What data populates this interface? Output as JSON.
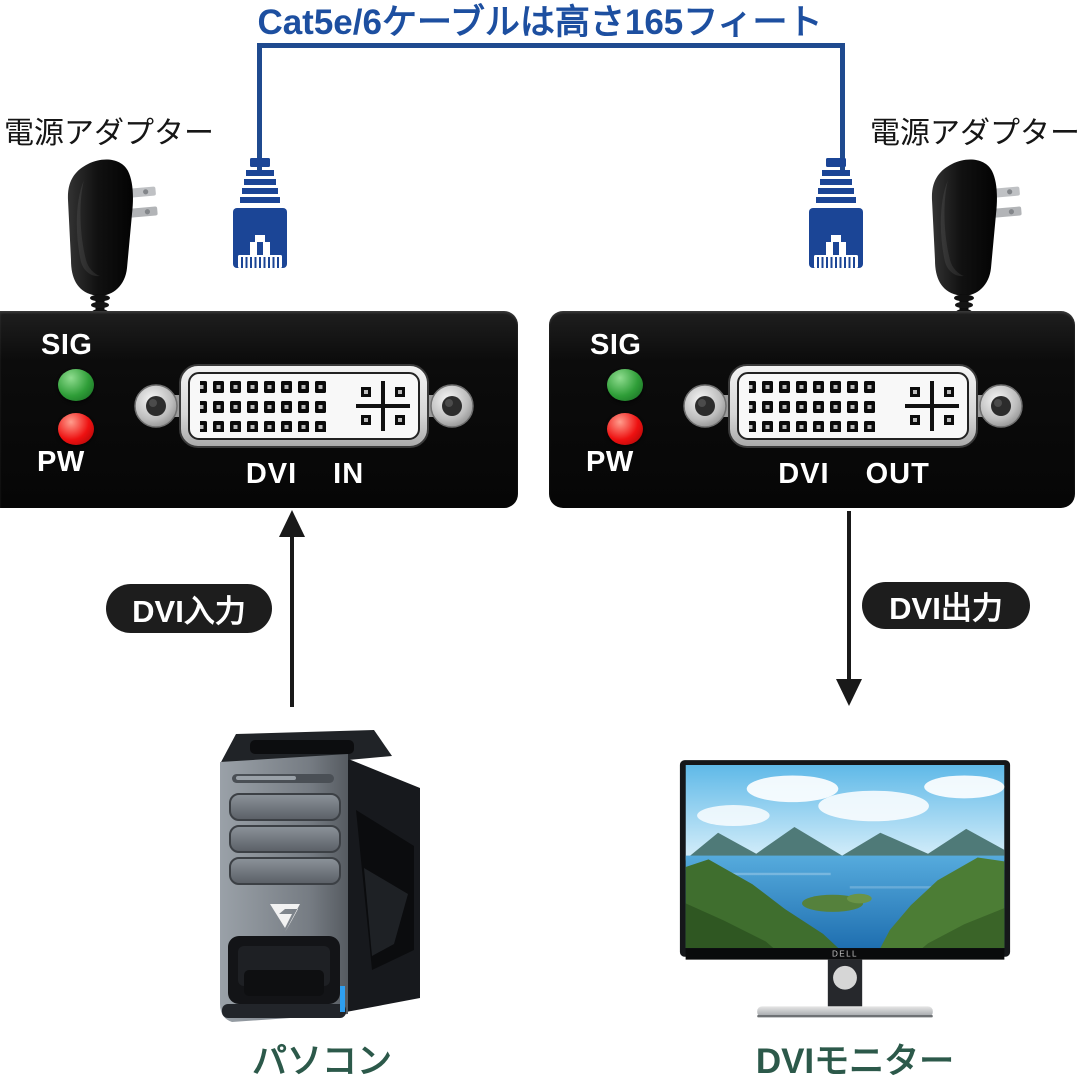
{
  "header": {
    "cable_note": "Cat5e/6ケーブルは高さ165フィート"
  },
  "tx": {
    "adapter_label": "電源アダプター",
    "sig": "SIG",
    "pw": "PW",
    "port": "DVI",
    "direction": "IN",
    "flow": "DVI入力",
    "device": "パソコン"
  },
  "rx": {
    "adapter_label": "電源アダプター",
    "sig": "SIG",
    "pw": "PW",
    "port": "DVI",
    "direction": "OUT",
    "flow": "DVI出力",
    "device": "DVIモニター",
    "monitor_brand": "DELL"
  },
  "colors": {
    "note_blue": "#1d4fa0",
    "cable_blue": "#1b4596",
    "led_green": "#2f9e38",
    "led_red": "#ee1111",
    "unit_black": "#0c0c0c",
    "device_label_green": "#2c594a"
  }
}
